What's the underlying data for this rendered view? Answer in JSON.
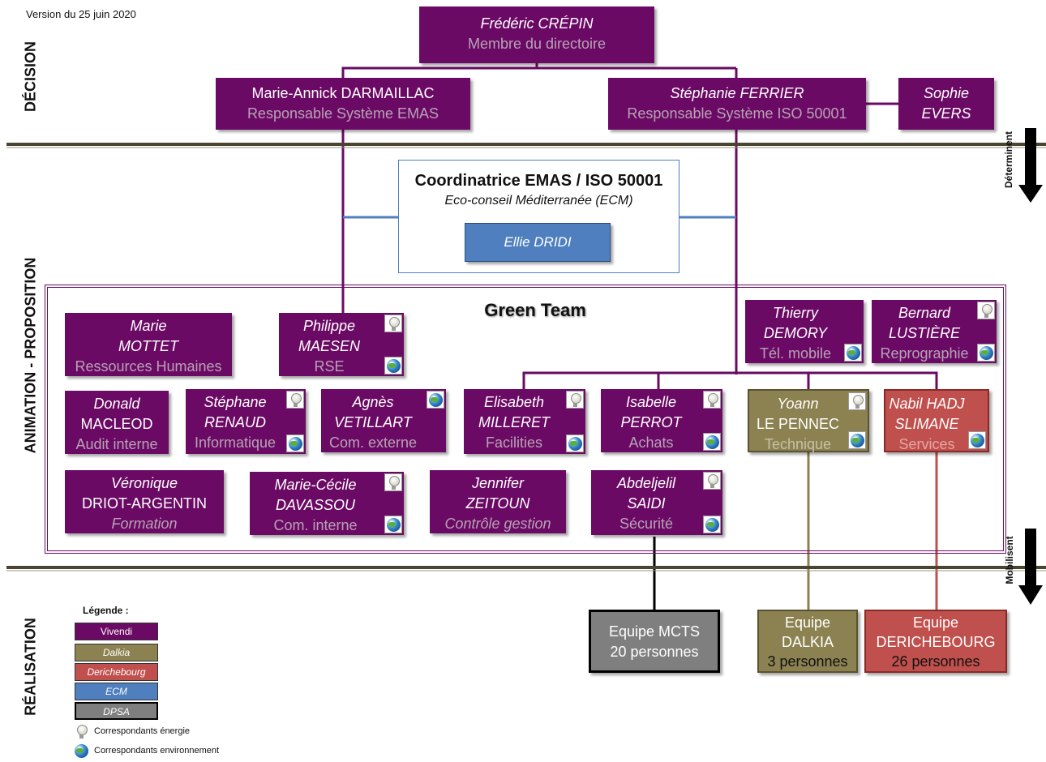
{
  "version": "Version du 25 juin 2020",
  "sections": {
    "decision": "DÉCISION",
    "animation": "ANIMATION - PROPOSITION",
    "realisation": "RÉALISATION"
  },
  "arrows": {
    "determinent": "Déterminent",
    "mobilisent": "Mobilisent"
  },
  "top": {
    "name": "Frédéric CRÉPIN",
    "role": "Membre du directoire"
  },
  "darmaillac": {
    "name": "Marie-Annick DARMAILLAC",
    "role": "Responsable Système EMAS"
  },
  "ferrier": {
    "name": "Stéphanie FERRIER",
    "role": "Responsable Système ISO 50001"
  },
  "evers": {
    "line1": "Sophie",
    "line2": "EVERS"
  },
  "coord": {
    "title": "Coordinatrice EMAS / ISO 50001",
    "subtitle": "Eco-conseil Méditerranée (ECM)",
    "person": "Ellie DRIDI"
  },
  "green_team": {
    "title": "Green Team"
  },
  "members": {
    "mottet": {
      "l1": "Marie",
      "l2": "MOTTET",
      "role": "Ressources Humaines"
    },
    "maesen": {
      "l1": "Philippe",
      "l2": "MAESEN",
      "role": "RSE"
    },
    "demory": {
      "l1": "Thierry",
      "l2": "DEMORY",
      "role": "Tél. mobile"
    },
    "lustiere": {
      "l1": "Bernard",
      "l2": "LUSTIÈRE",
      "role": "Reprographie"
    },
    "macleod": {
      "l1": "Donald",
      "l2": "MACLEOD",
      "role": "Audit interne"
    },
    "renaud": {
      "l1": "Stéphane",
      "l2": "RENAUD",
      "role": "Informatique"
    },
    "vetillart": {
      "l1": "Agnès",
      "l2": "VETILLART",
      "role": "Com. externe"
    },
    "milleret": {
      "l1": "Elisabeth",
      "l2": "MILLERET",
      "role": "Facilities"
    },
    "perrot": {
      "l1": "Isabelle",
      "l2": "PERROT",
      "role": "Achats"
    },
    "lepennec": {
      "l1": "Yoann",
      "l2": "LE PENNEC",
      "role": "Technique"
    },
    "hadj": {
      "l1": "Nabil HADJ",
      "l2": "SLIMANE",
      "role": "Services"
    },
    "driot": {
      "l1": "Véronique",
      "l2": "DRIOT-ARGENTIN",
      "role": "Formation"
    },
    "davassou": {
      "l1": "Marie-Cécile",
      "l2": "DAVASSOU",
      "role": "Com. interne"
    },
    "zeitoun": {
      "l1": "Jennifer",
      "l2": "ZEITOUN",
      "role": "Contrôle gestion"
    },
    "saidi": {
      "l1": "Abdeljelil",
      "l2": "SAIDI",
      "role": "Sécurité"
    }
  },
  "teams": {
    "mcts": {
      "l1": "Equipe MCTS",
      "l2": "20 personnes"
    },
    "dalkia": {
      "l1": "Equipe",
      "l2": "DALKIA",
      "l3": "3 personnes"
    },
    "derichebourg": {
      "l1": "Equipe",
      "l2": "DERICHEBOURG",
      "l3": "26 personnes"
    }
  },
  "legend": {
    "title": "Légende :",
    "items": [
      "Vivendi",
      "Dalkia",
      "Derichebourg",
      "ECM",
      "DPSA"
    ],
    "energie": "Correspondants énergie",
    "environnement": "Correspondants environnement"
  },
  "colors": {
    "vivendi": "#6b0a64",
    "dalkia": "#8c8251",
    "derichebourg": "#c0504d",
    "ecm": "#4f7fbf",
    "dpsa": "#7f7f7f",
    "divider": "#4a4530"
  }
}
